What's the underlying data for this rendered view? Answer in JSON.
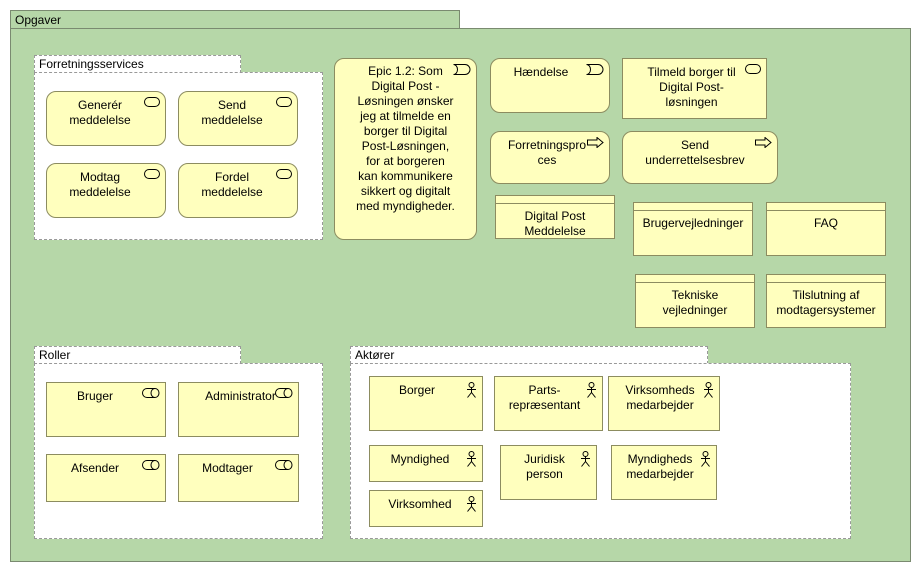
{
  "package": {
    "title": "Opgaver"
  },
  "groups": {
    "services": "Forretningsservices",
    "roles": "Roller",
    "actors": "Aktører"
  },
  "services": [
    {
      "label": "Generér meddelelse"
    },
    {
      "label": "Send meddelelse"
    },
    {
      "label": "Modtag meddelelse"
    },
    {
      "label": "Fordel meddelelse"
    }
  ],
  "epic": {
    "label": "Epic 1.2: Som Digital Post - Løsningen ønsker jeg at tilmelde en borger til Digital Post-Løsningen, for at borgeren kan kommunikere sikkert og digitalt med myndigheder."
  },
  "elements": {
    "event": "Hændelse",
    "enroll": "Tilmeld borger til Digital Post-løsningen",
    "process": "Forretningsproces",
    "send_letter": "Send underrettelsesbrev",
    "dp_message": "Digital Post Meddelelse",
    "user_guides": "Brugervejledninger",
    "faq": "FAQ",
    "tech_guides": "Tekniske vejledninger",
    "connect": "Tilslutning af modtagersystemer"
  },
  "roles": [
    {
      "label": "Bruger"
    },
    {
      "label": "Administrator"
    },
    {
      "label": "Afsender"
    },
    {
      "label": "Modtager"
    }
  ],
  "actors": [
    {
      "label": "Borger"
    },
    {
      "label": "Parts-repræsentant"
    },
    {
      "label": "Virksomheds medarbejder"
    },
    {
      "label": "Myndighed"
    },
    {
      "label": "Juridisk person"
    },
    {
      "label": "Myndigheds medarbejder"
    },
    {
      "label": "Virksomhed"
    }
  ]
}
